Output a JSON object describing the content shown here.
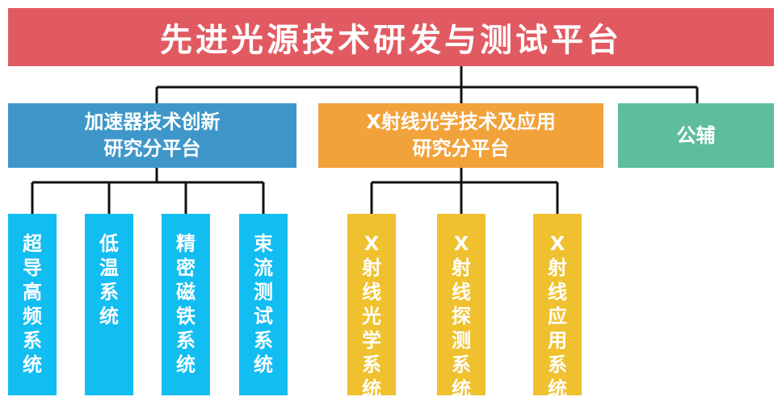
{
  "root": {
    "label": "先进光源技术研发与测试平台"
  },
  "branches": [
    {
      "label": "加速器技术创新\n研究分平台",
      "color": "#3f97c9"
    },
    {
      "label": "X射线光学技术及应用\n研究分平台",
      "color": "#f2a23a"
    },
    {
      "label": "公辅",
      "color": "#5ebd9b"
    }
  ],
  "leaves": [
    {
      "label": "超导高频系统",
      "parent": 0,
      "color": "#12bdf1"
    },
    {
      "label": "低温系统",
      "parent": 0,
      "color": "#12bdf1"
    },
    {
      "label": "精密磁铁系统",
      "parent": 0,
      "color": "#12bdf1"
    },
    {
      "label": "束流测试系统",
      "parent": 0,
      "color": "#12bdf1"
    },
    {
      "label": "X射线光学系统",
      "parent": 1,
      "color": "#efc12f"
    },
    {
      "label": "X射线探测系统",
      "parent": 1,
      "color": "#efc12f"
    },
    {
      "label": "X射线应用系统",
      "parent": 1,
      "color": "#efc12f"
    }
  ]
}
